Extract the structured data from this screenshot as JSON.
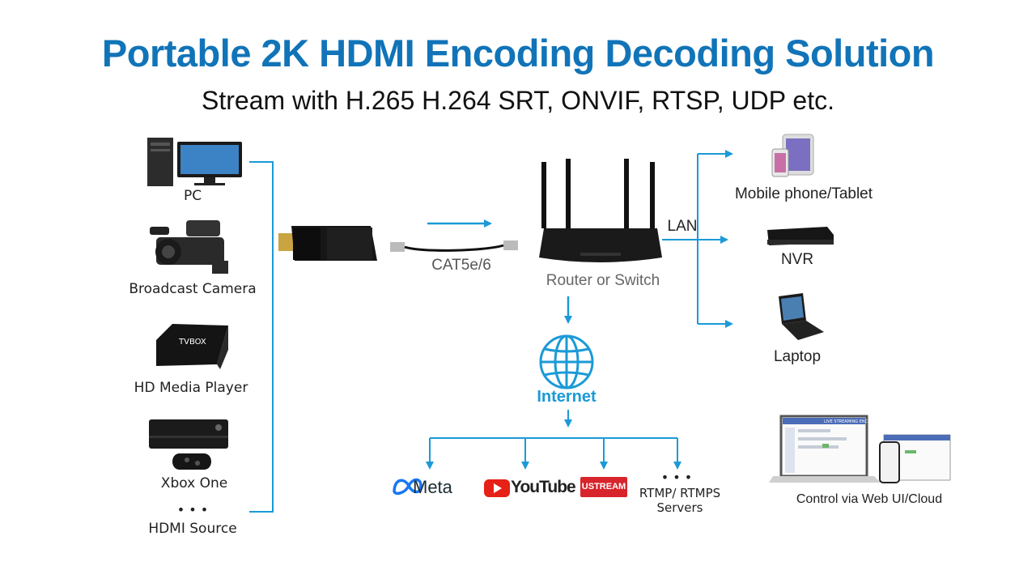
{
  "title": "Portable 2K HDMI Encoding Decoding Solution",
  "subtitle": "Stream with H.265 H.264 SRT, ONVIF, RTSP, UDP etc.",
  "sources": [
    {
      "label": "PC",
      "icon": "pc-icon"
    },
    {
      "label": "Broadcast Camera",
      "icon": "broadcast-camera-icon"
    },
    {
      "label": "HD Media Player",
      "icon": "media-player-icon",
      "device_text": "TVBOX"
    },
    {
      "label": "Xbox One",
      "icon": "xbox-icon"
    },
    {
      "label": "HDMI Source",
      "icon": "ellipsis-icon",
      "dots": "• • •"
    }
  ],
  "cable_label": "CAT5e/6",
  "router_label": "Router or Switch",
  "lan_label": "LAN",
  "lan_devices": [
    {
      "label": "Mobile phone/Tablet",
      "icon": "tablet-phone-icon"
    },
    {
      "label": "NVR",
      "icon": "nvr-icon"
    },
    {
      "label": "Laptop",
      "icon": "laptop-icon"
    }
  ],
  "internet_label": "Internet",
  "platforms": [
    {
      "label": "Meta",
      "icon": "meta-logo"
    },
    {
      "label": "YouTube",
      "icon": "youtube-logo"
    },
    {
      "label": "USTREAM",
      "icon": "ustream-logo"
    },
    {
      "label": "RTMP/ RTMPS",
      "label2": "Servers",
      "icon": "ellipsis-icon",
      "dots": "• • •"
    }
  ],
  "web_ui": {
    "label": "Control via Web UI/Cloud",
    "screen_title": "LIVE STREAMING ENCODER",
    "icon": "web-ui-screens-icon"
  },
  "colors": {
    "title": "#1174b8",
    "arrow": "#1b9ad6",
    "internet": "#1b9ad6",
    "youtube": "#e62117",
    "ustream": "#d8242b"
  }
}
